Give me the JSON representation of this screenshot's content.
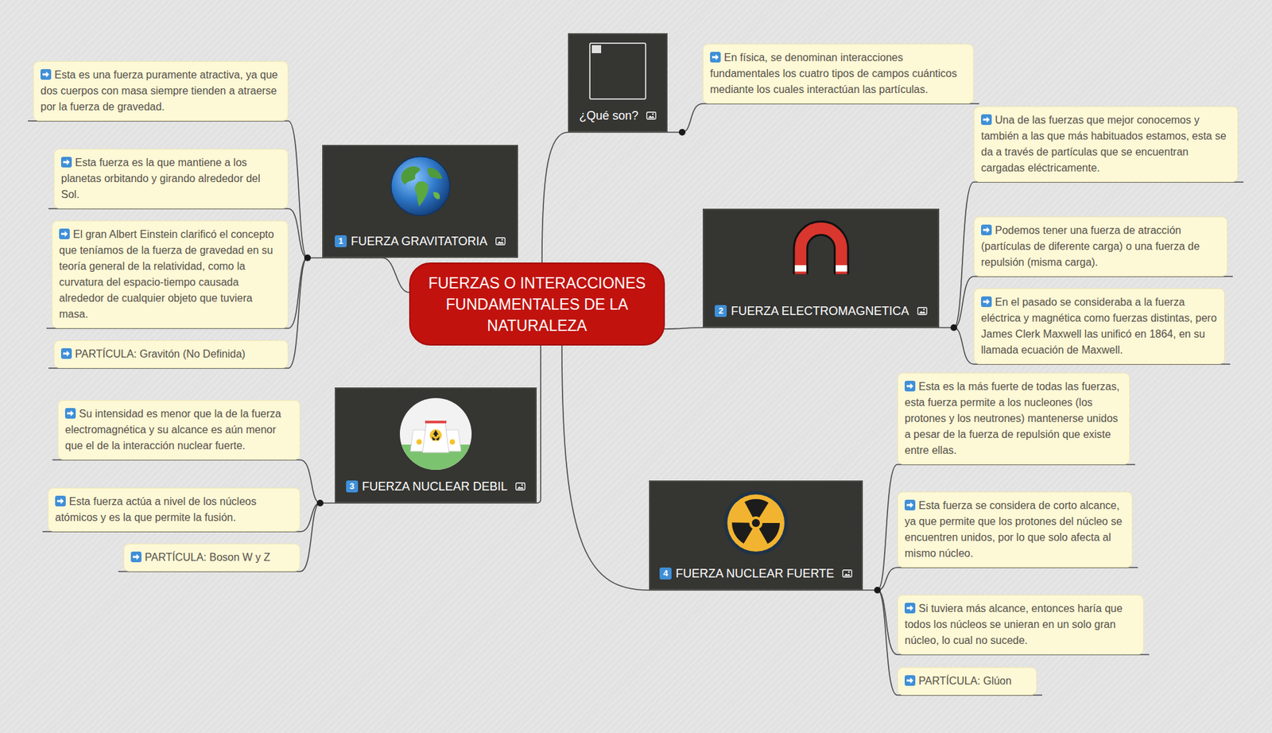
{
  "diagram": {
    "nodes": [
      {
        "text": [
          "FUERZAS O INTERACCIONES FUNDAMENTALES DE LA NATURALEZA"
        ]
      },
      {
        "text": [
          "¿Qué son?"
        ]
      },
      {
        "text": [
          "En física, se denominan interacciones fundamentales los cuatro tipos de campos cuánticos mediante los cuales interactúan las partículas."
        ]
      },
      {
        "text": [
          "2",
          "FUERZA ELECTROMAGNETICA"
        ]
      },
      {
        "text": [
          "Una de las fuerzas que mejor conocemos y también a las que más habituados estamos, esta se da a través de partículas que se encuentran cargadas eléctricamente."
        ]
      },
      {
        "text": [
          "Podemos tener una fuerza de atracción (partículas de diferente carga) o una fuerza de repulsión (misma carga)."
        ]
      },
      {
        "text": [
          "En el pasado se consideraba a la fuerza eléctrica y magnética como fuerzas distintas, pero James Clerk Maxwell las unificó en 1864, en su llamada ecuación de Maxwell."
        ]
      },
      {
        "text": [
          "4",
          "FUERZA NUCLEAR FUERTE"
        ]
      },
      {
        "text": [
          "Esta es la más fuerte de todas las fuerzas, esta fuerza permite a los nucleones (los protones y los neutrones) mantenerse unidos a pesar de la fuerza de repulsión que existe entre ellas."
        ]
      },
      {
        "text": [
          "Esta fuerza se considera de corto alcance, ya que permite que los protones del núcleo se encuentren unidos, por lo que solo afecta al mismo núcleo."
        ]
      },
      {
        "text": [
          "Si tuviera más alcance, entonces haría que todos los núcleos se unieran en un solo gran núcleo, lo cual no sucede."
        ]
      },
      {
        "text": [
          "PARTÍCULA: Glúon"
        ]
      },
      {
        "text": [
          "1",
          "FUERZA GRAVITATORIA"
        ]
      },
      {
        "text": [
          "Esta es una fuerza puramente atractiva, ya que dos cuerpos con masa siempre tienden a atraerse por la fuerza de gravedad."
        ]
      },
      {
        "text": [
          "Esta fuerza es la que mantiene a los planetas orbitando y girando alrededor del Sol."
        ]
      },
      {
        "text": [
          "El gran Albert Einstein clarificó el concepto que teníamos de la fuerza de gravedad en su teoría general de la relatividad, como la curvatura del espacio-tiempo causada alrededor de cualquier objeto que tuviera masa."
        ]
      },
      {
        "text": [
          "PARTÍCULA: Gravitón (No Definida)"
        ]
      },
      {
        "text": [
          "3",
          "FUERZA NUCLEAR DEBIL"
        ]
      },
      {
        "text": [
          "Su intensidad es menor que la de la fuerza electromagnética y su alcance es aún menor que el de la interacción nuclear fuerte."
        ]
      },
      {
        "text": [
          "Esta fuerza actúa a nivel de los núcleos atómicos y es la que permite la fusión."
        ]
      },
      {
        "text": [
          "PARTÍCULA: Boson W y Z"
        ]
      }
    ],
    "edges": [
      {
        "from": 0,
        "to": 1,
        "arrow": "none"
      },
      {
        "from": 1,
        "to": 2,
        "arrow": "none"
      },
      {
        "from": 0,
        "to": 3,
        "arrow": "none"
      },
      {
        "from": 3,
        "to": 4,
        "arrow": "none"
      },
      {
        "from": 3,
        "to": 5,
        "arrow": "none"
      },
      {
        "from": 3,
        "to": 6,
        "arrow": "none"
      },
      {
        "from": 0,
        "to": 7,
        "arrow": "none"
      },
      {
        "from": 7,
        "to": 8,
        "arrow": "none"
      },
      {
        "from": 7,
        "to": 9,
        "arrow": "none"
      },
      {
        "from": 7,
        "to": 10,
        "arrow": "none"
      },
      {
        "from": 7,
        "to": 11,
        "arrow": "none"
      },
      {
        "from": 0,
        "to": 12,
        "arrow": "none"
      },
      {
        "from": 12,
        "to": 13,
        "arrow": "none"
      },
      {
        "from": 12,
        "to": 14,
        "arrow": "none"
      },
      {
        "from": 12,
        "to": 15,
        "arrow": "none"
      },
      {
        "from": 12,
        "to": 16,
        "arrow": "none"
      },
      {
        "from": 0,
        "to": 17,
        "arrow": "none"
      },
      {
        "from": 17,
        "to": 18,
        "arrow": "none"
      },
      {
        "from": 17,
        "to": 19,
        "arrow": "none"
      },
      {
        "from": 17,
        "to": 20,
        "arrow": "none"
      }
    ]
  }
}
